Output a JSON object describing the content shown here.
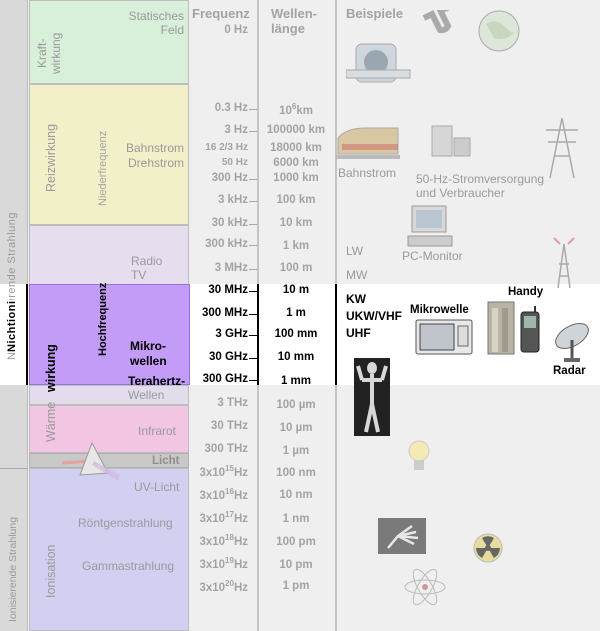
{
  "headers": {
    "frequenz": "Frequenz",
    "wellenlaenge": "Wellen-\nlänge",
    "beispiele": "Beispiele"
  },
  "outer_labels": {
    "nichtionisierend": "Nichtionisierende Strahlung",
    "nichtionisierend_dark": "Nichtioni",
    "ionisierend": "Ionisierende Strahlung"
  },
  "effects": {
    "kraft": "Kraft-\nwirkung",
    "reiz": "Reizwirkung",
    "waerme_light": "Wärme",
    "waerme_dark": "wirkung",
    "ionisation": "Ionisation"
  },
  "sub_effects": {
    "niederfrequenz": "Niederfrequenz",
    "hochfrequenz": "Hochfrequenz"
  },
  "band_labels": {
    "statisches_feld": "Statisches\nFeld",
    "bahnstrom": "Bahnstrom",
    "drehstrom": "Drehstrom",
    "radio_tv": "Radio\nTV",
    "mikrowellen": "Mikro-\nwellen",
    "terahertz": "Terahertz-",
    "terahertz_wellen": "Wellen",
    "infrarot": "Infrarot",
    "licht": "Licht",
    "uv": "UV-Licht",
    "roentgen": "Röntgenstrahlung",
    "gamma": "Gammastrahlung"
  },
  "frequencies": {
    "f0": "0 Hz",
    "f1": "0.3 Hz",
    "f2": "3 Hz",
    "f3": "16 2/3 Hz",
    "f4": "50 Hz",
    "f5": "300 Hz",
    "f6": "3 kHz",
    "f7": "30 kHz",
    "f8": "300 kHz",
    "f9": "3 MHz",
    "f10": "30 MHz",
    "f11": "300 MHz",
    "f12": "3 GHz",
    "f13": "30 GHz",
    "f14": "300 GHz",
    "f15": "3 THz",
    "f16": "30 THz",
    "f17": "300 THz",
    "p15": "3x10",
    "e15": "15",
    "u15": "Hz",
    "p16": "3x10",
    "e16": "16",
    "u16": "Hz",
    "p17": "3x10",
    "e17": "17",
    "u17": "Hz",
    "p18": "3x10",
    "e18": "18",
    "u18": "Hz",
    "p19": "3x10",
    "e19": "19",
    "u19": "Hz",
    "p20": "3x10",
    "e20": "20",
    "u20": "Hz"
  },
  "wavelengths": {
    "w1a": "10",
    "w1e": "6",
    "w1b": "km",
    "w2": "100000 km",
    "w3": "18000 km",
    "w4": "6000 km",
    "w5": "1000 km",
    "w6": "100 km",
    "w7": "10 km",
    "w8": "1 km",
    "w9": "100 m",
    "w10": "10 m",
    "w11": "1 m",
    "w12": "100 mm",
    "w13": "10 mm",
    "w14": "1 mm",
    "w15": "100 µm",
    "w16": "10 µm",
    "w17": "1 µm",
    "w18": "100 nm",
    "w19": "10 nm",
    "w20": "1 nm",
    "w21": "100 pm",
    "w22": "10 pm",
    "w23": "1 pm"
  },
  "examples": {
    "bahnstrom": "Bahnstrom",
    "versorgung": "50-Hz-Stromversorgung\nund Verbraucher",
    "pc": "PC-Monitor",
    "lw": "LW",
    "mw": "MW",
    "kw": "KW",
    "ukw": "UKW/VHF",
    "uhf": "UHF",
    "mikrowelle": "Mikrowelle",
    "handy": "Handy",
    "radar": "Radar"
  },
  "colors": {
    "green": "#d8efd9",
    "yellow": "#f1f0c8",
    "lavender": "#e6deef",
    "purple": "#c29cf6",
    "pink": "#f2c5e2",
    "grayband": "#c8c8c8",
    "blue": "#d2d0f0",
    "leftstrip": "#d3d3d3",
    "highlight": "#ffffff"
  }
}
